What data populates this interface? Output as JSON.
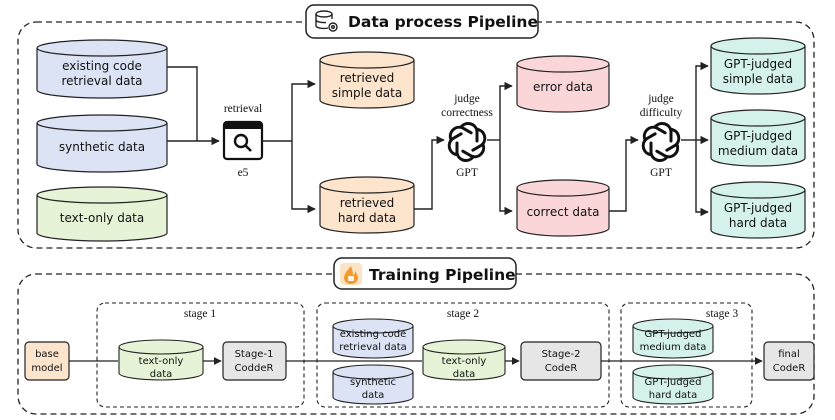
{
  "colors": {
    "blue": "#dce3f5",
    "orange": "#fde4cc",
    "pink": "#fad6d9",
    "green": "#e7f3d6",
    "cyan": "#d4f1ec",
    "gray": "#e6e6e6",
    "stroke": "#222222"
  },
  "data_process": {
    "title": "Data process Pipeline",
    "title_icon": "database-gear-icon",
    "sources": [
      {
        "line1": "existing code",
        "line2": "retrieval data"
      },
      {
        "line1": "synthetic data",
        "line2": ""
      },
      {
        "line1": "text-only data",
        "line2": ""
      }
    ],
    "retrieval_label": "retrieval",
    "retrieval_icon": "search-box-icon",
    "retrieval_model": "e5",
    "retrieved": [
      {
        "line1": "retrieved",
        "line2": "simple data"
      },
      {
        "line1": "retrieved",
        "line2": "hard data"
      }
    ],
    "judge1_label_1": "judge",
    "judge1_label_2": "correctness",
    "judge1_icon": "openai-logo-icon",
    "judge1_model": "GPT",
    "judged": [
      {
        "line1": "error data",
        "line2": ""
      },
      {
        "line1": "correct data",
        "line2": ""
      }
    ],
    "judge2_label_1": "judge",
    "judge2_label_2": "difficulty",
    "judge2_icon": "openai-logo-icon",
    "judge2_model": "GPT",
    "difficulty": [
      {
        "line1": "GPT-judged",
        "line2": "simple data"
      },
      {
        "line1": "GPT-judged",
        "line2": "medium data"
      },
      {
        "line1": "GPT-judged",
        "line2": "hard data"
      }
    ]
  },
  "training": {
    "title": "Training Pipeline",
    "title_icon": "flame-icon",
    "base": {
      "line1": "base",
      "line2": "model"
    },
    "stage1": {
      "label": "stage 1",
      "data": {
        "line1": "text-only",
        "line2": "data"
      },
      "model": {
        "line1": "Stage-1",
        "line2": "CoddeR"
      }
    },
    "stage2": {
      "label": "stage 2",
      "retrieval": {
        "line1": "existing code",
        "line2": "retrieval data"
      },
      "synthetic": {
        "line1": "synthetic",
        "line2": "data"
      },
      "textonly": {
        "line1": "text-only",
        "line2": "data"
      },
      "model": {
        "line1": "Stage-2",
        "line2": "CodeR"
      }
    },
    "stage3": {
      "label": "stage 3",
      "medium": {
        "line1": "GPT-judged",
        "line2": "medium data"
      },
      "hard": {
        "line1": "GPT-judged",
        "line2": "hard data"
      }
    },
    "final": {
      "line1": "final",
      "line2": "CodeR"
    }
  }
}
